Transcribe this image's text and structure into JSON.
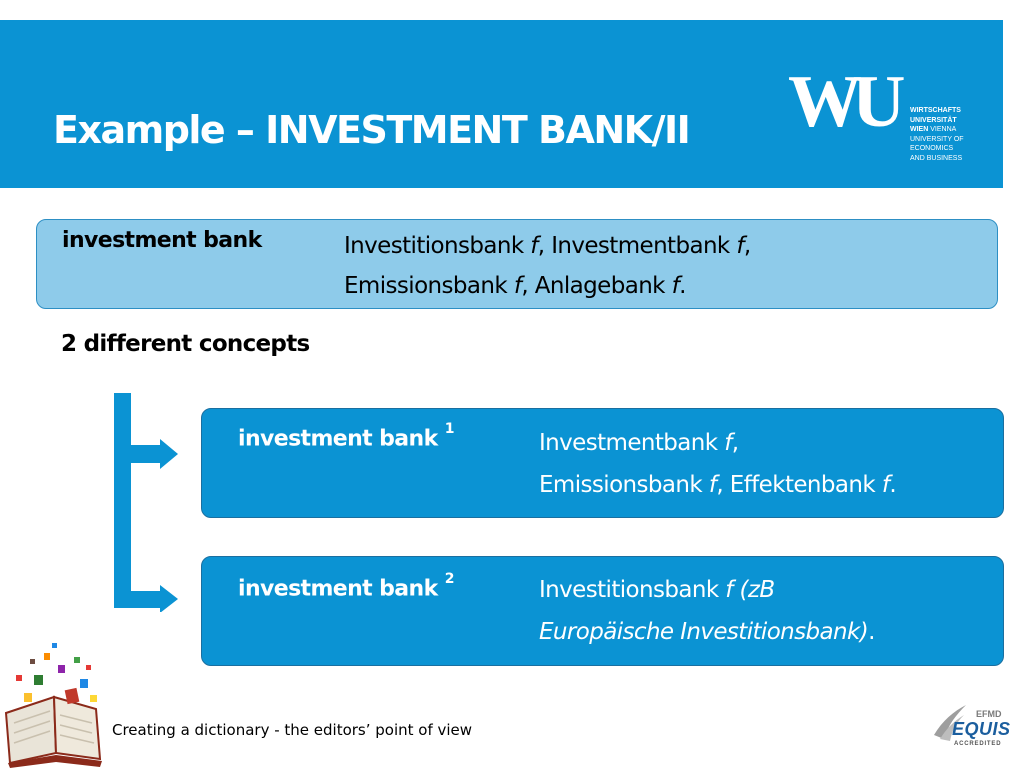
{
  "header": {
    "title": "Example – INVESTMENT BANK/II",
    "logo": {
      "mark": "WU",
      "lines": [
        "WIRTSCHAFTS",
        "UNIVERSITÄT",
        "WIEN",
        "VIENNA",
        "UNIVERSITY OF",
        "ECONOMICS",
        "AND BUSINESS"
      ]
    },
    "color": "#0b93d3"
  },
  "entry": {
    "term": "investment bank",
    "translation_parts": [
      "Investitionsbank",
      "f",
      ", Investmentbank",
      "f",
      ",",
      "Emissionsbank",
      "f",
      ", Anlagebank",
      "f",
      "."
    ],
    "box_color": "#8ecbea"
  },
  "subheading": "2 different concepts",
  "concepts": [
    {
      "term": "investment bank",
      "sup": "1",
      "line1": [
        "Investmentbank",
        "f",
        ","
      ],
      "line2": [
        "Emissionsbank",
        "f",
        ", Effektenbank",
        "f",
        "."
      ]
    },
    {
      "term": "investment bank",
      "sup": "2",
      "line1": [
        "Investitionsbank",
        "f (zB"
      ],
      "line2": [
        "Europäische Investitionsbank)",
        "."
      ]
    }
  ],
  "footer": {
    "text": "Creating a dictionary - the editors’ point of view",
    "book_icon": "open-book-with-flying-letters-icon",
    "accreditation": {
      "top": "EFMD",
      "main": "EQUIS",
      "sub": "ACCREDITED"
    }
  }
}
